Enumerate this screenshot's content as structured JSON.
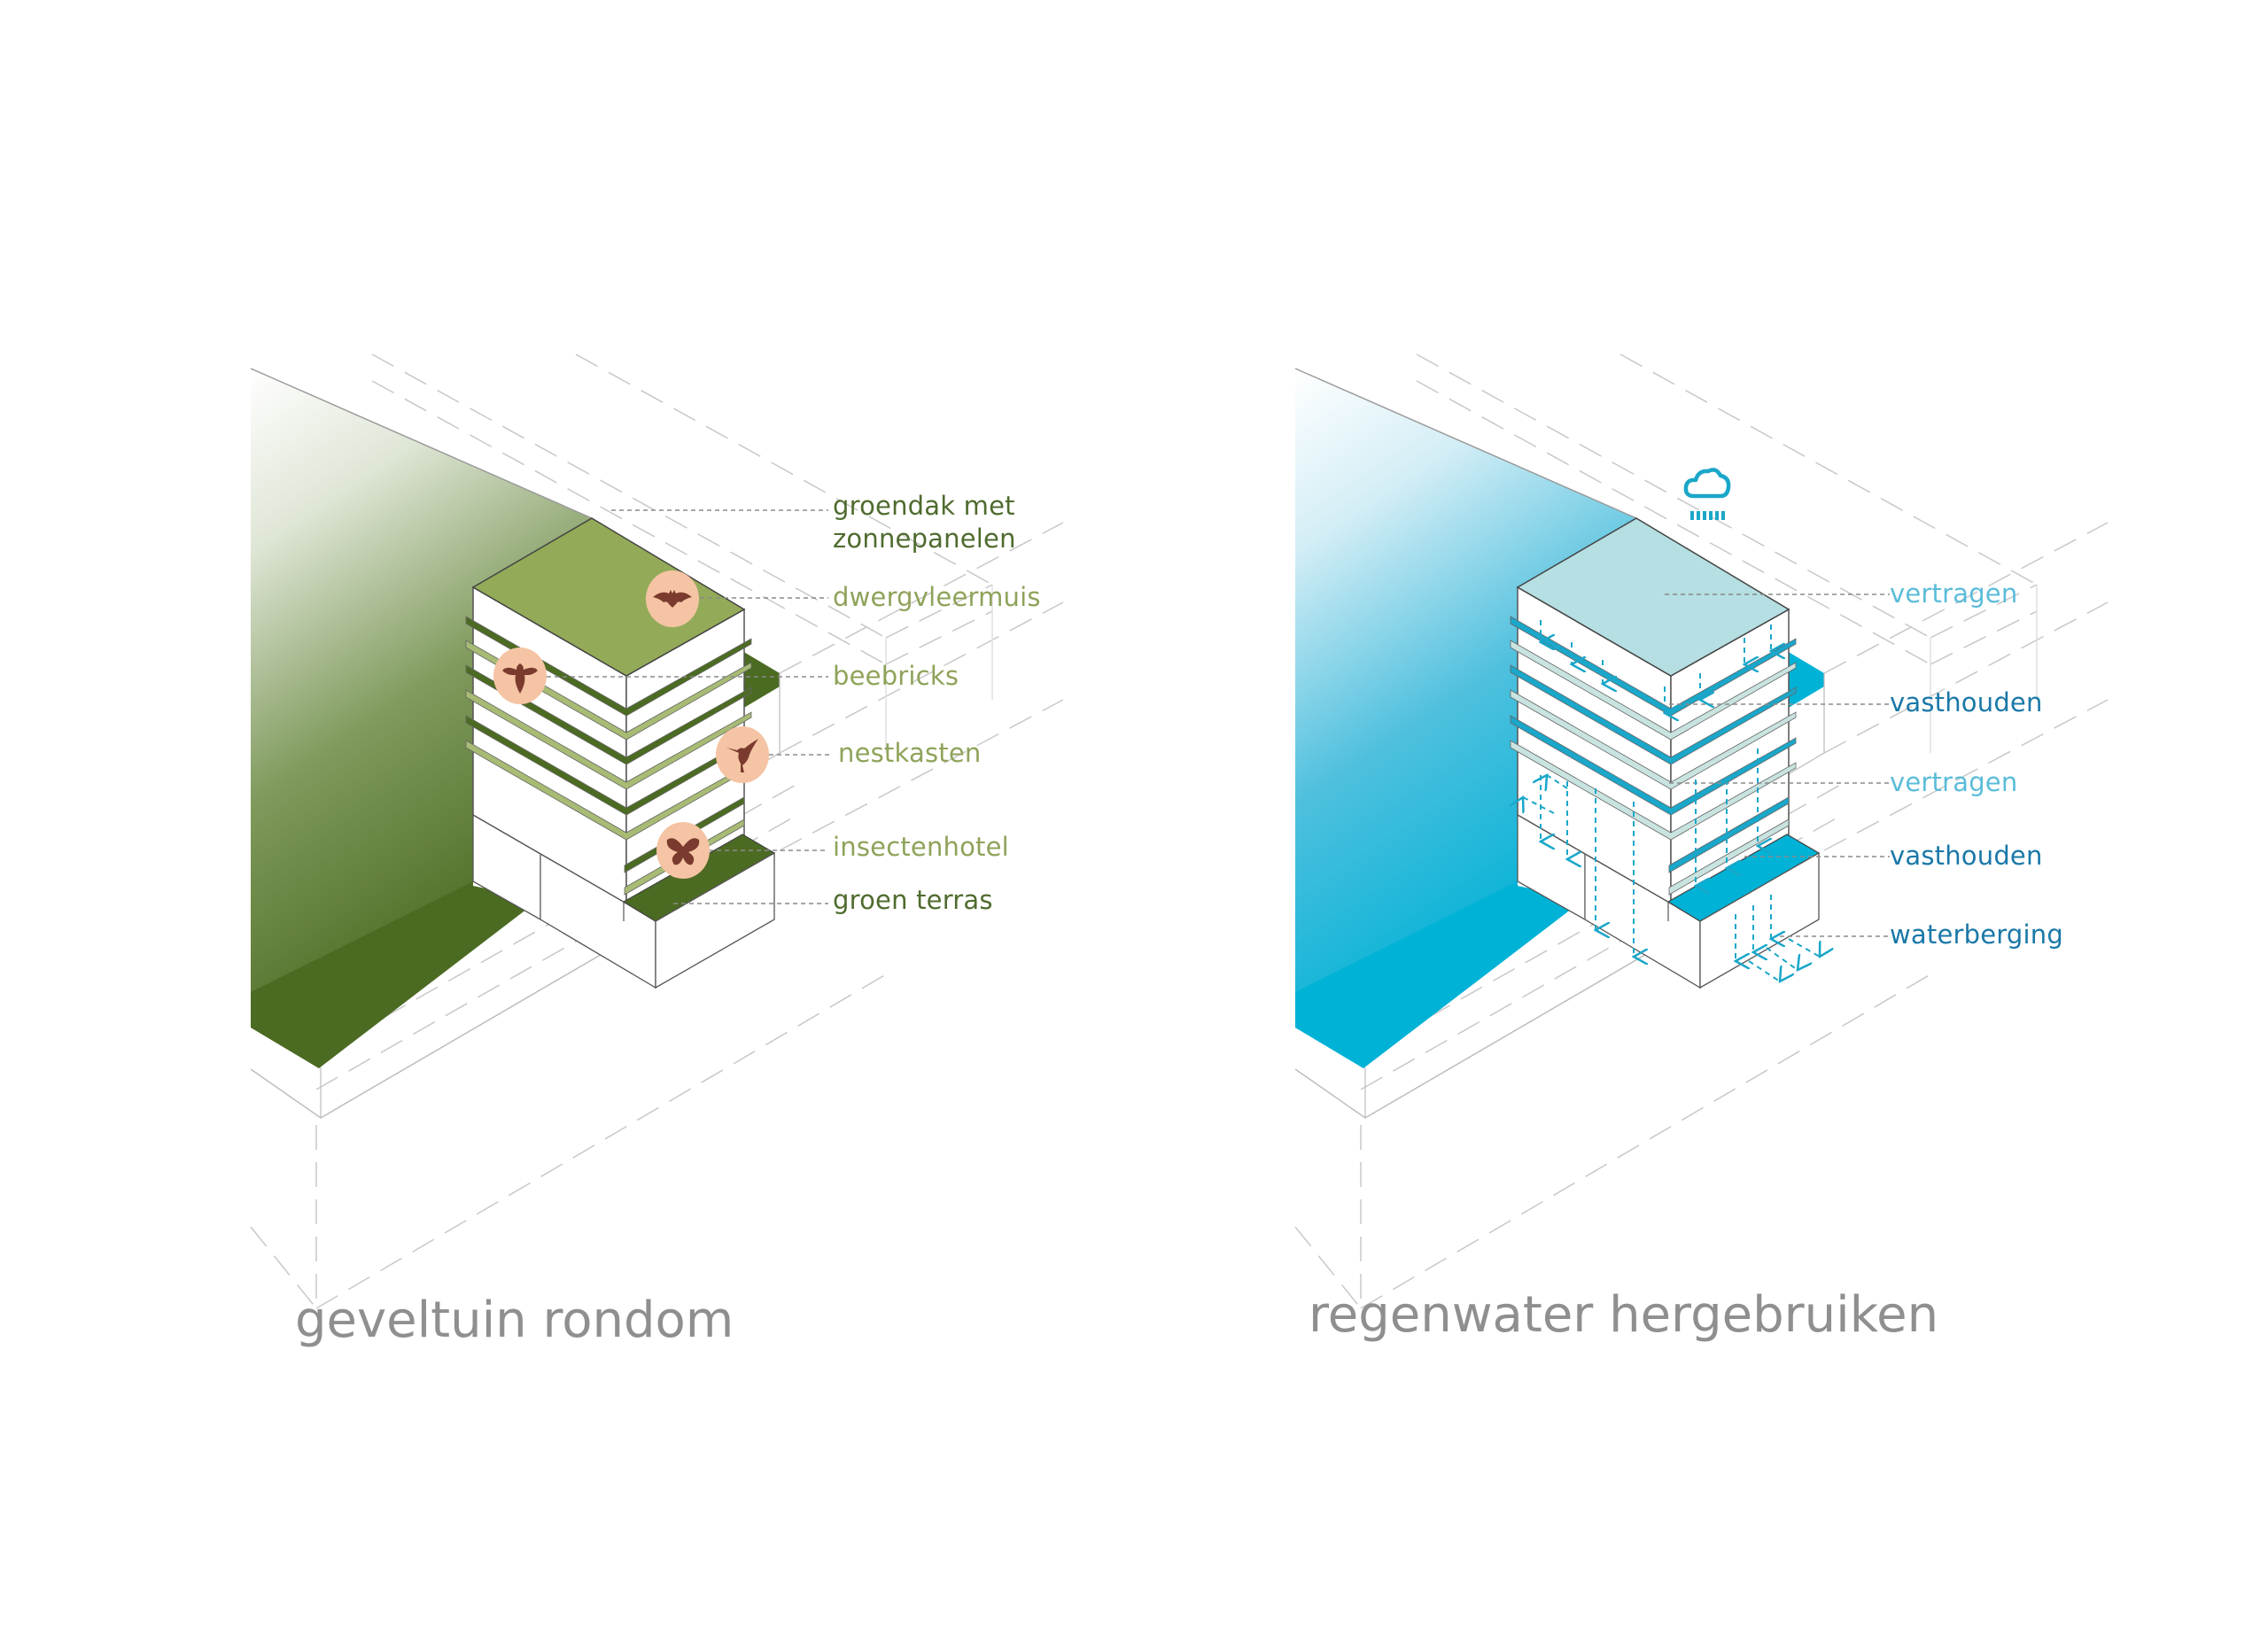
{
  "colors": {
    "green_dark": "#4c6b22",
    "green_roof": "#93ab58",
    "green_slab": "#a7bb74",
    "green_label_dark": "#4f6b2e",
    "green_label_light": "#8ea35a",
    "animal_circle": "#f5c4a4",
    "animal_icon": "#7a3b2e",
    "blue_water": "#00b2d6",
    "blue_roof": "#b5dfe2",
    "blue_band": "#1aa7c9",
    "blue_slab": "#c8e3e0",
    "blue_label_light": "#5bbcd9",
    "blue_label_dark": "#1a78a8",
    "title_gray": "#8f8f8f",
    "line_gray": "#8a8a8a",
    "dash_gray": "#c8c8c8"
  },
  "panels": [
    {
      "id": "green",
      "title": "geveltuin rondom",
      "labels": [
        {
          "text": "groendak met",
          "tone": "dark"
        },
        {
          "text": "zonnepanelen",
          "tone": "dark"
        },
        {
          "text": "dwergvleermuis",
          "tone": "light"
        },
        {
          "text": "beebricks",
          "tone": "light"
        },
        {
          "text": "nestkasten",
          "tone": "light"
        },
        {
          "text": "insectenhotel",
          "tone": "light"
        },
        {
          "text": "groen terras",
          "tone": "dark"
        }
      ],
      "icons": [
        "bat-icon",
        "bee-icon",
        "hummingbird-icon",
        "butterfly-icon"
      ]
    },
    {
      "id": "blue",
      "title": "regenwater hergebruiken",
      "labels": [
        {
          "text": "vertragen",
          "tone": "light"
        },
        {
          "text": "vasthouden",
          "tone": "dark"
        },
        {
          "text": "vertragen",
          "tone": "light"
        },
        {
          "text": "vasthouden",
          "tone": "dark"
        },
        {
          "text": "waterberging",
          "tone": "dark"
        }
      ],
      "icons": [
        "rain-cloud-icon"
      ]
    }
  ]
}
